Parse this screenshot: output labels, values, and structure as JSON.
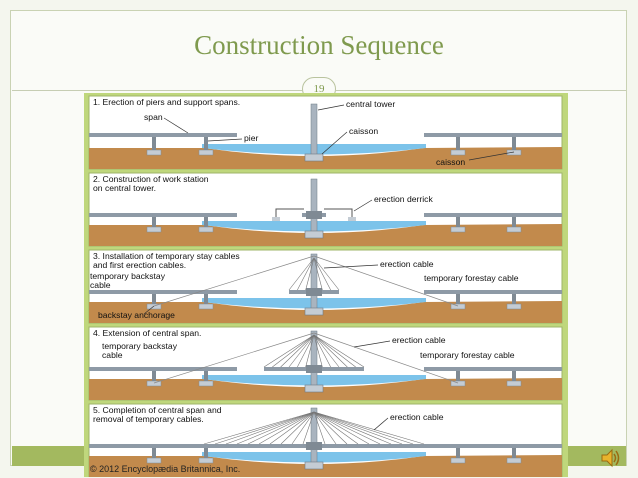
{
  "slide": {
    "title": "Construction Sequence",
    "number": "19"
  },
  "figure": {
    "copyright": "© 2012 Encyclopædia Britannica, Inc.",
    "panels": [
      {
        "caption": [
          "1. Erection of piers and support spans."
        ],
        "labels": {
          "central_tower": "central tower",
          "span": "span",
          "pier": "pier",
          "caisson_center": "caisson",
          "caisson_right": "caisson"
        }
      },
      {
        "caption": [
          "2. Construction of work station",
          "on central tower."
        ],
        "labels": {
          "erection_derrick": "erection derrick"
        }
      },
      {
        "caption": [
          "3. Installation of temporary stay cables",
          "and first erection cables."
        ],
        "labels": {
          "erection_cable": "erection cable",
          "backstay": [
            "temporary backstay",
            "cable"
          ],
          "forestay": "temporary forestay cable",
          "anchorage": "backstay anchorage"
        }
      },
      {
        "caption": [
          "4. Extension of central span."
        ],
        "labels": {
          "erection_cable": "erection cable",
          "backstay": [
            "temporary backstay",
            "cable"
          ],
          "forestay": "temporary forestay cable"
        }
      },
      {
        "caption": [
          "5. Completion of central span and",
          "removal of temporary cables."
        ],
        "labels": {
          "erection_cable": "erection cable"
        }
      }
    ]
  },
  "colors": {
    "title": "#7f9a4e",
    "figure_border": "#bfd77c",
    "sky": "#ffffff",
    "water": "#7cc3ea",
    "ground": "#c28a4c",
    "deck": "#8e9aa6",
    "tower": "#a9b4bf"
  },
  "icons": {
    "audio": "speaker-icon"
  }
}
